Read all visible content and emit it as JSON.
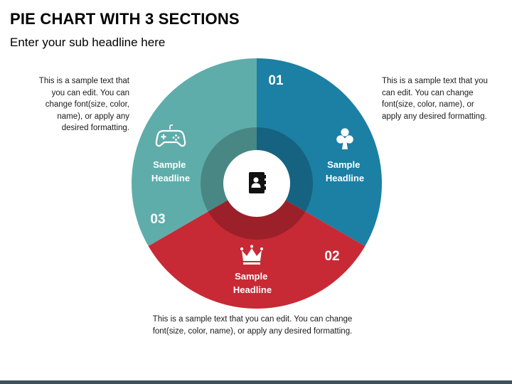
{
  "title": "PIE CHART WITH 3 SECTIONS",
  "subtitle": "Enter your sub headline here",
  "center_icon": "contact-book-icon",
  "sections": [
    {
      "number": "01",
      "headline_line1": "Sample",
      "headline_line2": "Headline",
      "icon": "club-icon",
      "color": "#1C7FA4"
    },
    {
      "number": "02",
      "headline_line1": "Sample",
      "headline_line2": "Headline",
      "icon": "crown-icon",
      "color": "#C72A35"
    },
    {
      "number": "03",
      "headline_line1": "Sample",
      "headline_line2": "Headline",
      "icon": "gamepad-icon",
      "color": "#5EADAA"
    }
  ],
  "texts": {
    "left": "This is a sample text that you can edit. You can change font(size, color, name), or apply any desired formatting.",
    "right": "This is a sample text that you can edit. You can change font(size, color, name), or apply any desired formatting.",
    "bottom": "This is a sample text that you can edit. You can change font(size, color, name), or apply any desired formatting."
  },
  "colors": {
    "footer": "#3F4F5E"
  }
}
